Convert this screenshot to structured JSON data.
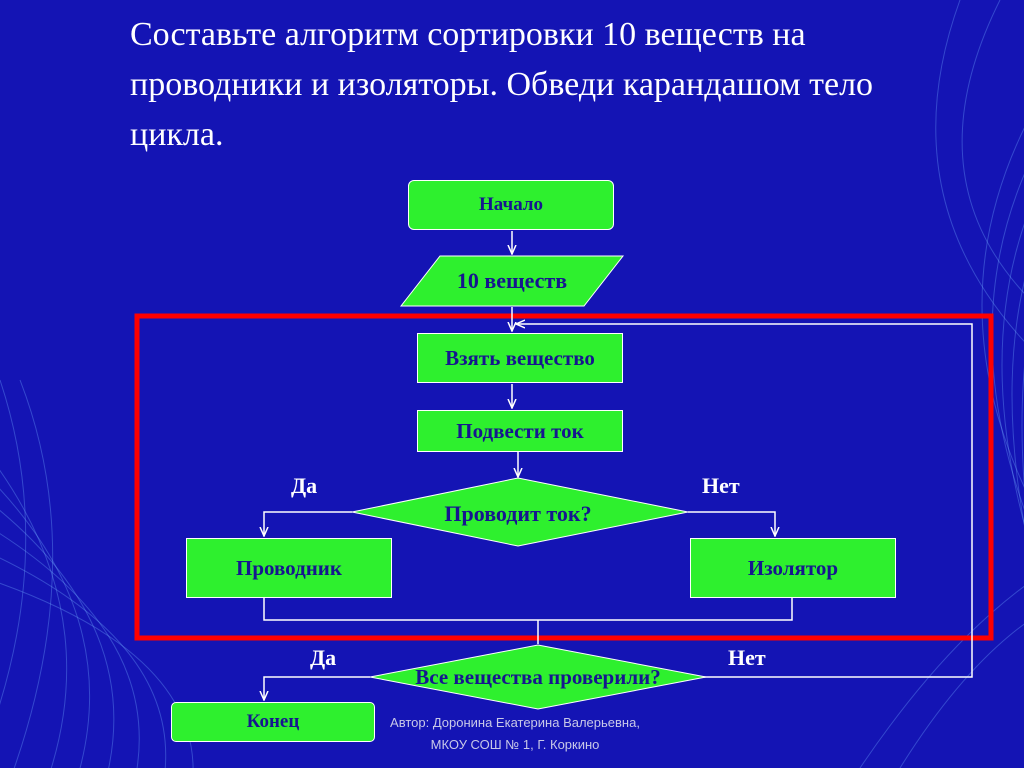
{
  "slide": {
    "title": "Составьте алгоритм сортировки 10 веществ на проводники и изоляторы. Обведи карандашом тело цикла.",
    "footer_line1": "Автор: Доронина Екатерина Валерьевна,",
    "footer_line2": "МКОУ СОШ № 1, Г. Коркино"
  },
  "flowchart": {
    "start": "Начало",
    "input": "10 веществ",
    "take": "Взять вещество",
    "apply_current": "Подвести ток",
    "decision_conducts": "Проводит ток?",
    "yes_label_1": "Да",
    "no_label_1": "Нет",
    "conductor": "Проводник",
    "insulator": "Изолятор",
    "decision_all_checked": "Все вещества проверили?",
    "yes_label_2": "Да",
    "no_label_2": "Нет",
    "end": "Конец"
  },
  "colors": {
    "background": "#1414b4",
    "node_fill": "#2ef02e",
    "node_text": "#16168f",
    "loop_highlight": "#ff0000",
    "connector": "#ffffff"
  }
}
